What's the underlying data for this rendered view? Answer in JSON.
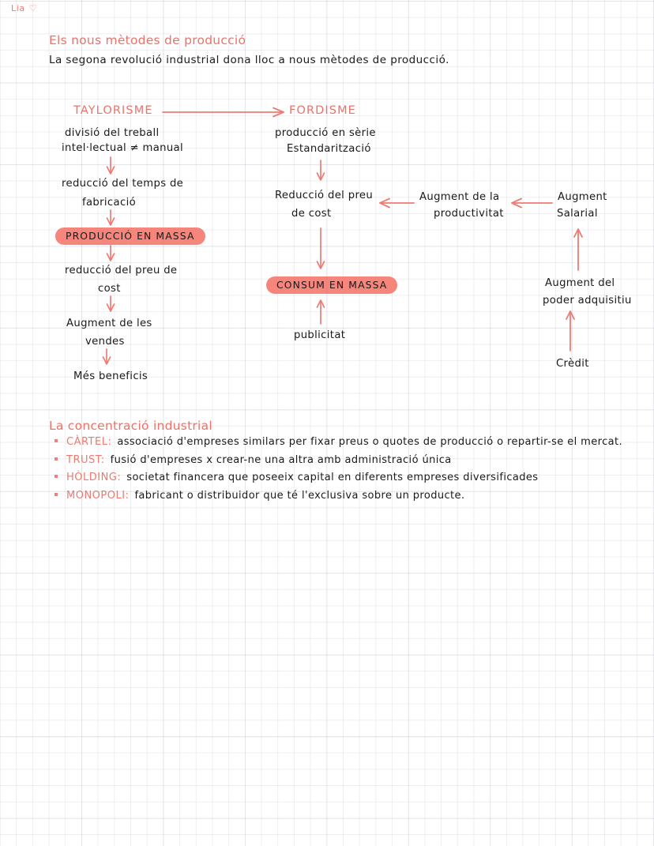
{
  "page": {
    "signature": "Lia",
    "signature_heart": "♡"
  },
  "section1": {
    "heading": "Els nous mètodes de producció",
    "intro": "La segona revolució industrial dona lloc a nous mètodes de producció."
  },
  "diagram": {
    "taylorisme": {
      "title": "TAYLORISME",
      "steps": [
        "divisió del treball",
        "intel·lectual ≠ manual",
        "reducció del temps de",
        "fabricació",
        "PRODUCCIÓ EN  MASSA",
        "reducció del preu de",
        "cost",
        "Augment de les",
        "vendes",
        "Més beneficis"
      ]
    },
    "fordisme": {
      "title": "FORDISME",
      "steps": [
        "producció en sèrie",
        "Estandarització",
        "Reducció del preu",
        "de  cost",
        "CONSUM EN   MASSA",
        "publicitat"
      ]
    },
    "right_chain": {
      "productivitat_l1": "Augment de  la",
      "productivitat_l2": "productivitat",
      "salarial_l1": "Augment",
      "salarial_l2": "Salarial",
      "adquisitiu_l1": "Augment del",
      "adquisitiu_l2": "poder adquisitiu",
      "credit": "Crèdit"
    }
  },
  "section2": {
    "heading": "La concentració industrial",
    "items": [
      {
        "term": "CÀRTEL:",
        "desc": "associació d'empreses similars per fixar preus o quotes de producció o repartir-se  el mercat."
      },
      {
        "term": "TRUST:",
        "desc": "fusió d'empreses  x  crear-ne  una  altra  amb administració  única"
      },
      {
        "term": "HÒLDING:",
        "desc": "societat  financera que  poseeix capital en  diferents  empreses  diversificades"
      },
      {
        "term": "MONOPOLI:",
        "desc": "fabricant o distribuidor  que  té l'exclusiva  sobre  un   producte."
      }
    ]
  },
  "colors": {
    "accent_pink": "#e9736a",
    "highlight_pill": "#f6857c",
    "arrow": "#ef7a72",
    "ink": "#1a1a1a",
    "grid": "#7882911f"
  }
}
